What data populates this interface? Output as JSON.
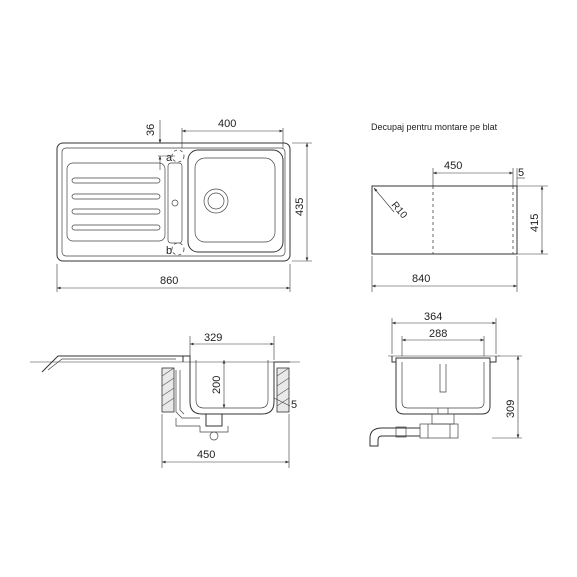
{
  "caption": "Decupaj pentru montare pe blat",
  "top_view": {
    "dim_width": "400",
    "dim_offset": "36",
    "dim_total_width": "860",
    "dim_height": "435",
    "label_a": "a",
    "label_b": "b"
  },
  "cutout": {
    "dim_bowl": "450",
    "dim_edge": "5",
    "dim_width": "840",
    "dim_height": "415",
    "radius": "R10"
  },
  "side_view": {
    "dim_inner": "329",
    "dim_depth": "200",
    "dim_wall": "5",
    "dim_bottom": "450"
  },
  "front_view": {
    "dim_outer": "364",
    "dim_inner": "288",
    "dim_height": "309"
  }
}
